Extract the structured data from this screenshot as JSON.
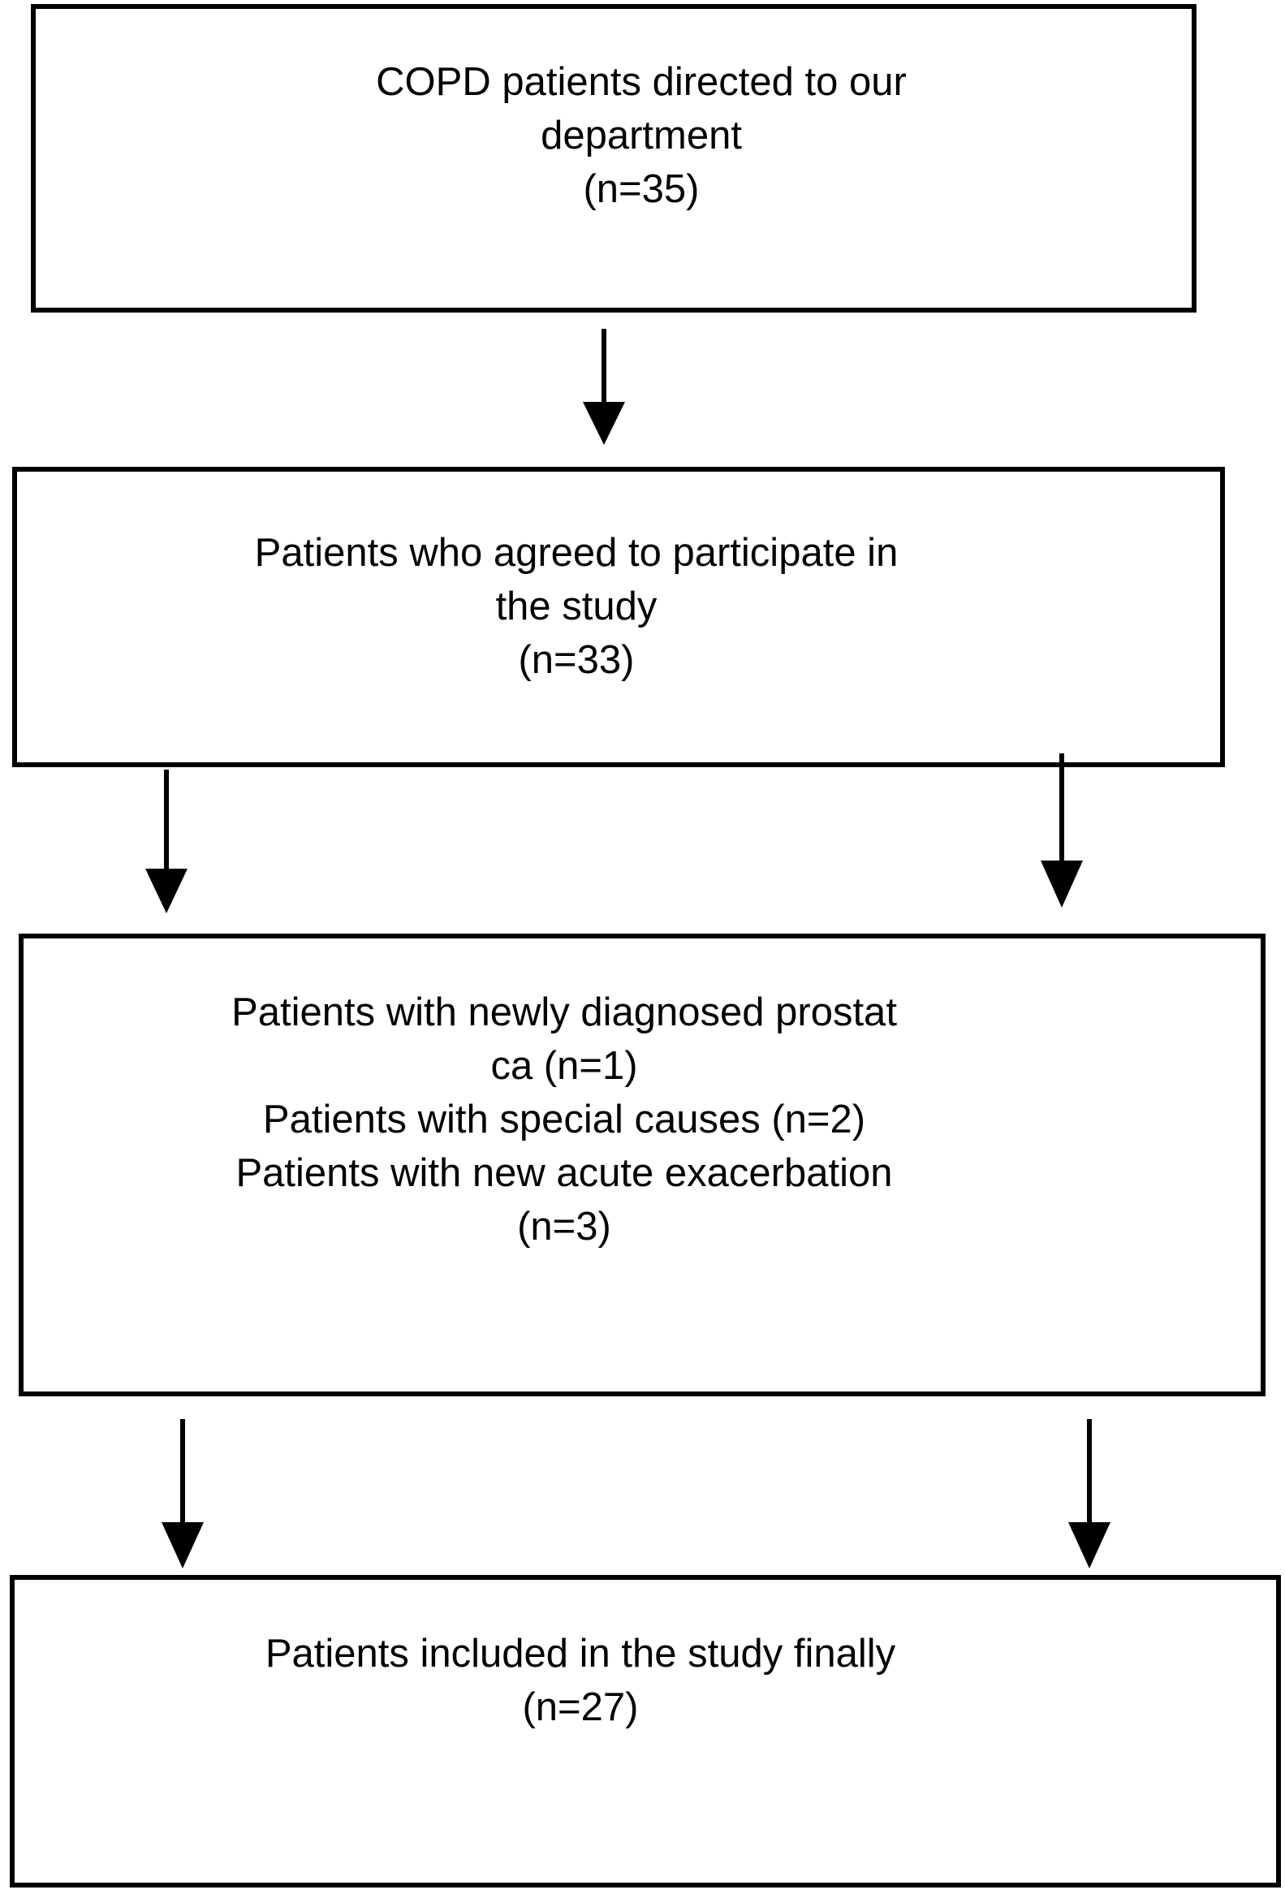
{
  "colors": {
    "line": "#000000",
    "background": "#ffffff"
  },
  "boxes": [
    {
      "lines": [
        "COPD patients directed to our",
        "department",
        "(n=35)"
      ]
    },
    {
      "lines": [
        "Patients who agreed to participate in",
        "the study",
        "(n=33)"
      ]
    },
    {
      "lines": [
        "Patients with newly diagnosed prostat",
        "ca (n=1)",
        "Patients with special causes (n=2)",
        "Patients with new acute exacerbation",
        "(n=3)"
      ]
    },
    {
      "lines": [
        "Patients included in the study finally",
        "(n=27)"
      ]
    }
  ]
}
